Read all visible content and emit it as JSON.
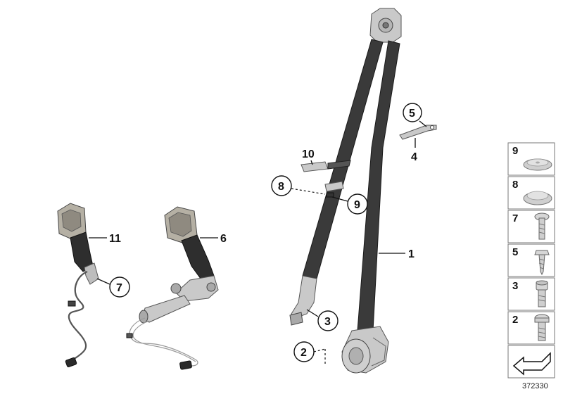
{
  "callouts": {
    "c1": "1",
    "c2": "2",
    "c3": "3",
    "c4": "4",
    "c5": "5",
    "c6": "6",
    "c7": "7",
    "c8": "8",
    "c9": "9",
    "c10": "10",
    "c11": "11"
  },
  "legend": {
    "items": [
      {
        "number": "9",
        "icon": "cap-dome-icon"
      },
      {
        "number": "8",
        "icon": "cap-dome-icon"
      },
      {
        "number": "7",
        "icon": "torx-screw-icon"
      },
      {
        "number": "5",
        "icon": "tapping-screw-icon"
      },
      {
        "number": "3",
        "icon": "hex-socket-bolt-icon"
      },
      {
        "number": "2",
        "icon": "torx-bolt-icon"
      }
    ]
  },
  "reference_number": "372330"
}
